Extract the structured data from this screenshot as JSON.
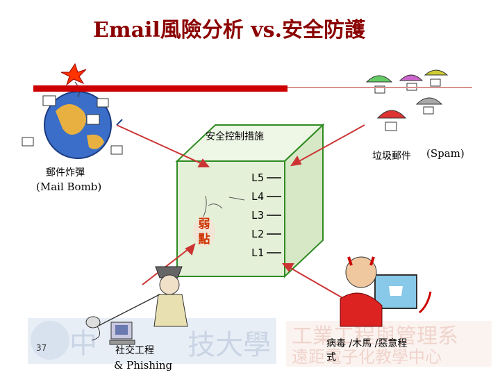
{
  "title": "Email風險分析 vs.安全防護",
  "labels": {
    "security_controls": "安全控制措施",
    "spam_zh": "垃圾郵件",
    "spam_en": "(Spam)",
    "mail_bomb_zh": "郵件炸彈",
    "mail_bomb_en": "(Mail Bomb)",
    "weak_point": "弱點",
    "social_zh": "社交工程",
    "social_en": "& Phishing",
    "malware_line1": "病毒 /木馬 /惡意程",
    "malware_line2": "式",
    "page_number": "37"
  },
  "layers": [
    "L5",
    "L4",
    "L3",
    "L2",
    "L1"
  ],
  "icons": [
    "globe-icon",
    "bomb-icon",
    "parachute-mail-icon",
    "devil-hacker-icon",
    "spy-fishing-icon",
    "computer-icon",
    "mouse-icon",
    "arrow-icon"
  ],
  "colors": {
    "title": "#8b0000",
    "accent_bar": "#cc0000",
    "cube_edge": "#2e8b22",
    "cube_fill": "#e4f0d8",
    "arrow": "#cc3333"
  }
}
